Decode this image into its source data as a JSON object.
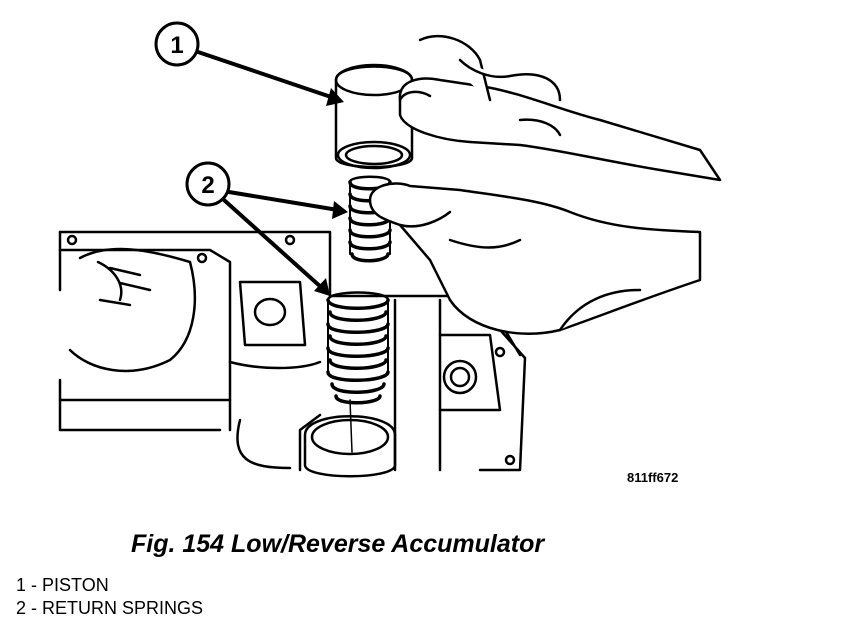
{
  "figure": {
    "callouts": [
      {
        "number": "1"
      },
      {
        "number": "2"
      }
    ],
    "code": "811ff672",
    "caption": "Fig. 154 Low/Reverse Accumulator"
  },
  "legend": [
    {
      "text": "1 - PISTON"
    },
    {
      "text": "2 - RETURN SPRINGS"
    }
  ]
}
